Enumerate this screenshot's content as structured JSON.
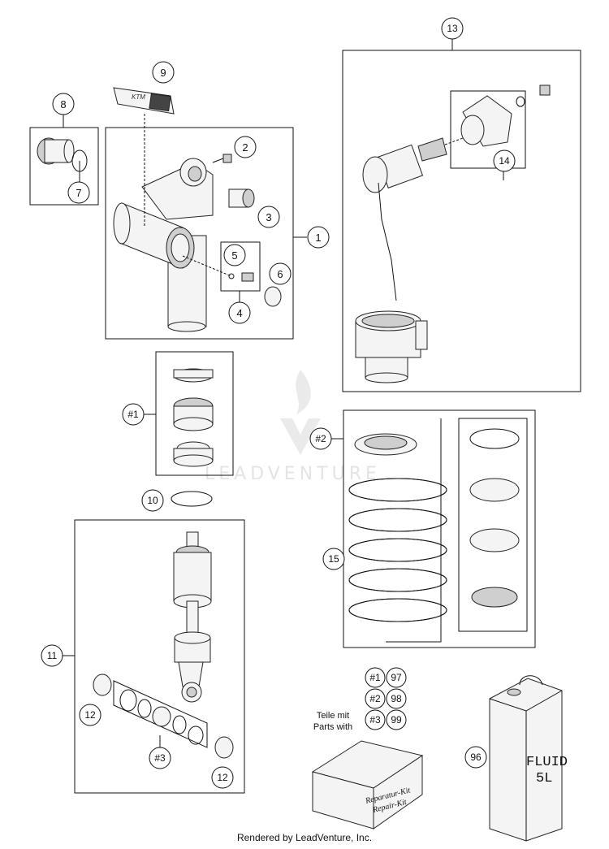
{
  "callouts": {
    "c1": "1",
    "c2": "2",
    "c3": "3",
    "c4": "4",
    "c5": "5",
    "c6": "6",
    "c7": "7",
    "c8": "8",
    "c9": "9",
    "c10": "10",
    "c11": "11",
    "c12a": "12",
    "c12b": "12",
    "c13": "13",
    "c14": "14",
    "c15": "15",
    "c96": "96",
    "k1": "#1",
    "k2": "#2",
    "k3": "#3"
  },
  "kit_legend": {
    "label_line1": "Teile mit",
    "label_line2": "Parts with",
    "rows": [
      {
        "kit": "#1",
        "part": "97"
      },
      {
        "kit": "#2",
        "part": "98"
      },
      {
        "kit": "#3",
        "part": "99"
      }
    ]
  },
  "repair_box": {
    "line1": "Reparatur-Kit",
    "line2": "Repair-Kit"
  },
  "fluid_can": {
    "line1": "FLUID",
    "line2": "5L"
  },
  "watermark": "LEADVENTURE",
  "footer": "Rendered by LeadVenture, Inc."
}
